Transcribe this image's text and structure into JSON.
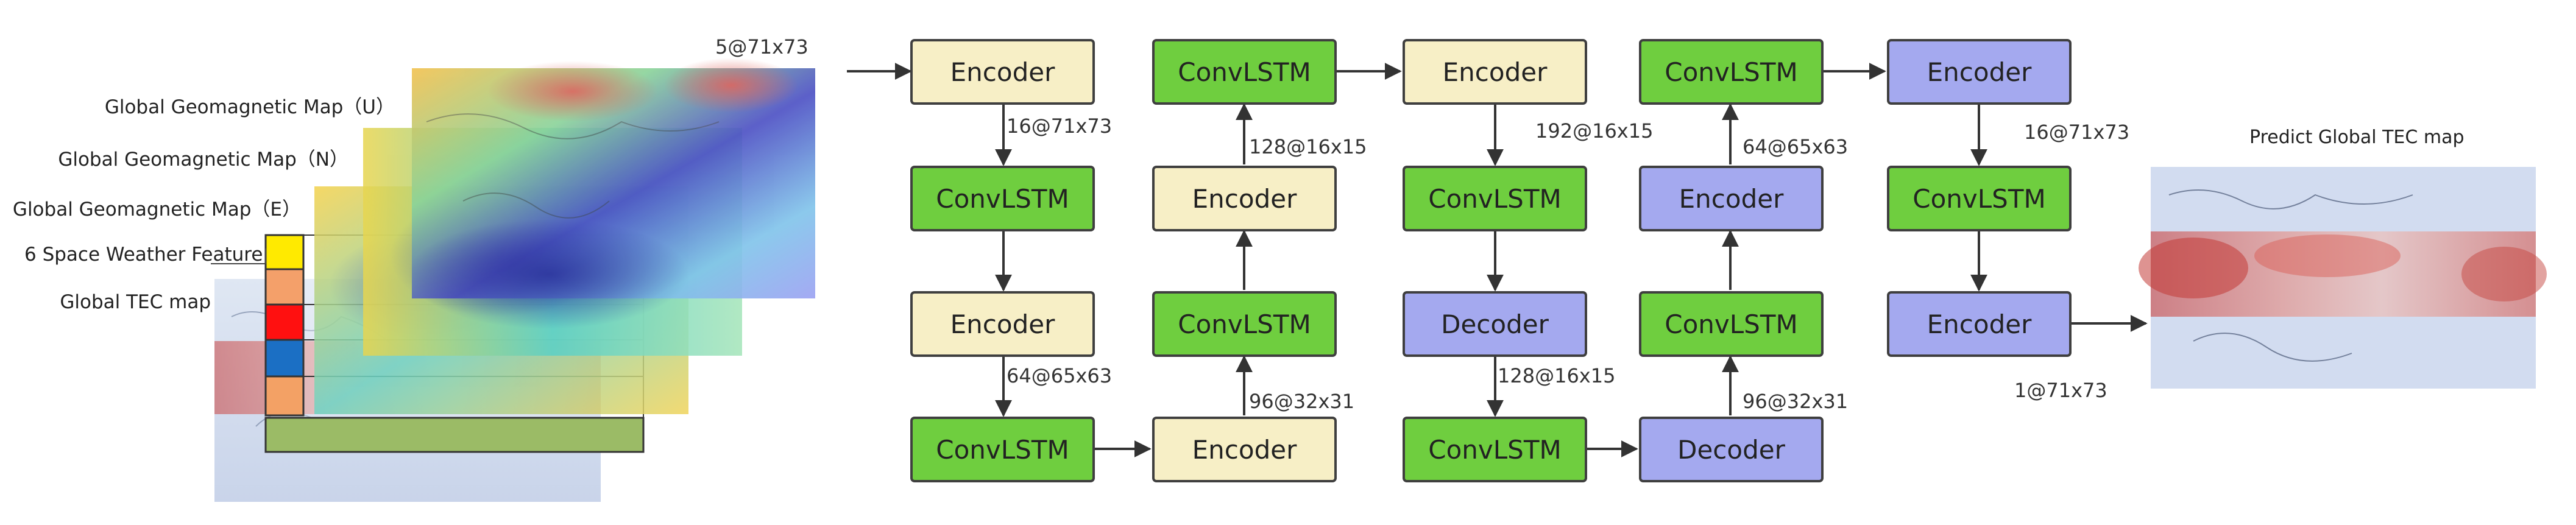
{
  "inputs": {
    "labels": [
      "Global Geomagnetic Map（U）",
      "Global Geomagnetic Map（N）",
      "Global Geomagnetic Map（E）",
      "6 Space Weather Feature",
      "Global TEC map"
    ],
    "input_shape": "5@71x73"
  },
  "nodes": [
    {
      "id": "c1r1",
      "label": "Encoder"
    },
    {
      "id": "c1r2",
      "label": "ConvLSTM"
    },
    {
      "id": "c1r3",
      "label": "Encoder"
    },
    {
      "id": "c1r4",
      "label": "ConvLSTM"
    },
    {
      "id": "c2r1",
      "label": "ConvLSTM"
    },
    {
      "id": "c2r2",
      "label": "Encoder"
    },
    {
      "id": "c2r3",
      "label": "ConvLSTM"
    },
    {
      "id": "c2r4",
      "label": "Encoder"
    },
    {
      "id": "c3r1",
      "label": "Encoder"
    },
    {
      "id": "c3r2",
      "label": "ConvLSTM"
    },
    {
      "id": "c3r3",
      "label": "Decoder"
    },
    {
      "id": "c3r4",
      "label": "ConvLSTM"
    },
    {
      "id": "c4r1",
      "label": "ConvLSTM"
    },
    {
      "id": "c4r2",
      "label": "Encoder"
    },
    {
      "id": "c4r3",
      "label": "ConvLSTM"
    },
    {
      "id": "c4r4",
      "label": "Decoder"
    },
    {
      "id": "c5r1",
      "label": "Encoder"
    },
    {
      "id": "c5r2",
      "label": "ConvLSTM"
    },
    {
      "id": "c5r3",
      "label": "Encoder"
    }
  ],
  "edge_labels": {
    "e1": "16@71x73",
    "e2": "64@65x63",
    "e3": "96@32x31",
    "e4": "128@16x15",
    "e5": "192@16x15",
    "e6": "128@16x15",
    "e7": "96@32x31",
    "e8": "64@65x63",
    "e9": "16@71x73",
    "e10": "1@71x73"
  },
  "output": {
    "title": "Predict Global TEC map"
  },
  "colors": {
    "encoder_yellow": "#f7efc6",
    "convlstm_green": "#6fce3f",
    "blue_block": "#a4a9ef",
    "border": "#3f3f3f"
  }
}
